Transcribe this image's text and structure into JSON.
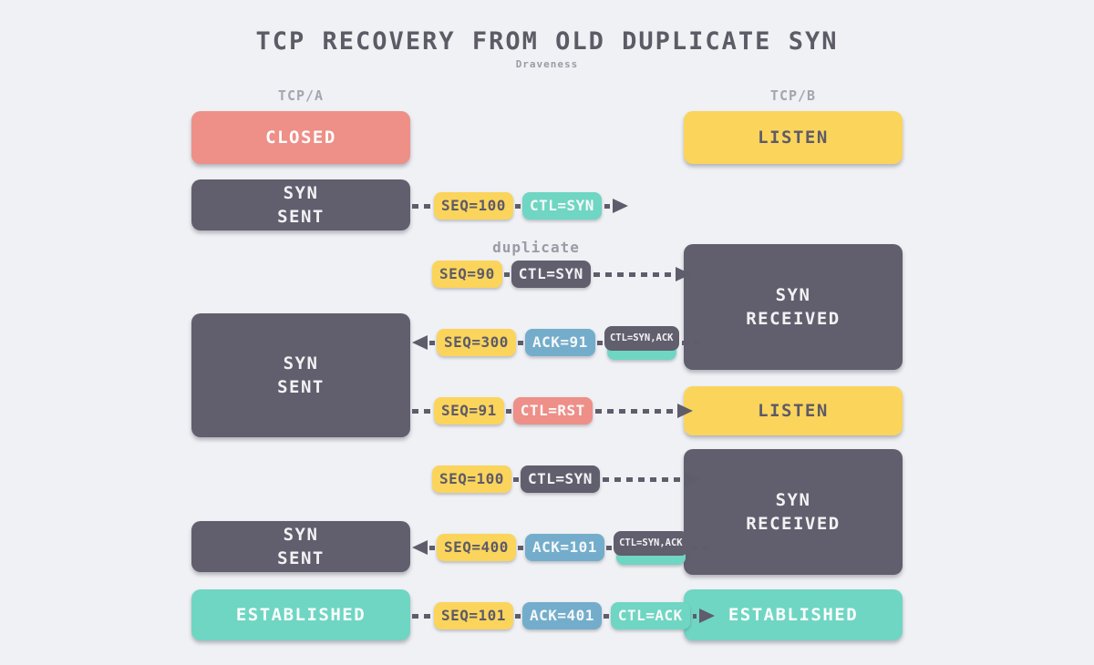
{
  "title": "TCP RECOVERY FROM OLD DUPLICATE SYN",
  "subtitle": "Draveness",
  "columns": {
    "left": "TCP/A",
    "right": "TCP/B"
  },
  "colors": {
    "background": "#eff1f4",
    "yellow": "#fbd45c",
    "teal": "#6fd6c3",
    "blue": "#74adcb",
    "red": "#ee8f88",
    "dark": "#615e6d",
    "text_dark": "#5d5b68",
    "text_muted": "#9b9ba6"
  },
  "states": {
    "left": [
      {
        "label": "CLOSED",
        "variant": "red"
      },
      {
        "label": "SYN\nSENT",
        "variant": "dark"
      },
      {
        "label": "SYN\nSENT",
        "variant": "dark"
      },
      {
        "label": "SYN\nSENT",
        "variant": "dark"
      },
      {
        "label": "ESTABLISHED",
        "variant": "teal"
      }
    ],
    "right": [
      {
        "label": "LISTEN",
        "variant": "yellow"
      },
      {
        "label": "SYN\nRECEIVED",
        "variant": "dark"
      },
      {
        "label": "LISTEN",
        "variant": "yellow"
      },
      {
        "label": "SYN\nRECEIVED",
        "variant": "dark"
      },
      {
        "label": "ESTABLISHED",
        "variant": "teal"
      }
    ]
  },
  "messages": [
    {
      "direction": "right",
      "badges": [
        {
          "text": "SEQ=100",
          "variant": "yellow"
        },
        {
          "text": "CTL=SYN",
          "variant": "teal"
        }
      ]
    },
    {
      "direction": "right",
      "note": "duplicate",
      "badges": [
        {
          "text": "SEQ=90",
          "variant": "yellow"
        },
        {
          "text": "CTL=SYN",
          "variant": "dark"
        }
      ]
    },
    {
      "direction": "left",
      "badges": [
        {
          "text": "SEQ=300",
          "variant": "yellow"
        },
        {
          "text": "ACK=91",
          "variant": "blue"
        },
        {
          "text": "CTL=SYN,ACK",
          "variant": "combo"
        }
      ]
    },
    {
      "direction": "right",
      "badges": [
        {
          "text": "SEQ=91",
          "variant": "yellow"
        },
        {
          "text": "CTL=RST",
          "variant": "red"
        }
      ]
    },
    {
      "direction": "right",
      "badges": [
        {
          "text": "SEQ=100",
          "variant": "yellow"
        },
        {
          "text": "CTL=SYN",
          "variant": "dark"
        }
      ]
    },
    {
      "direction": "left",
      "badges": [
        {
          "text": "SEQ=400",
          "variant": "yellow"
        },
        {
          "text": "ACK=101",
          "variant": "blue"
        },
        {
          "text": "CTL=SYN,ACK",
          "variant": "combo"
        }
      ]
    },
    {
      "direction": "right",
      "badges": [
        {
          "text": "SEQ=101",
          "variant": "yellow"
        },
        {
          "text": "ACK=401",
          "variant": "blue"
        },
        {
          "text": "CTL=ACK",
          "variant": "teal"
        }
      ]
    }
  ]
}
